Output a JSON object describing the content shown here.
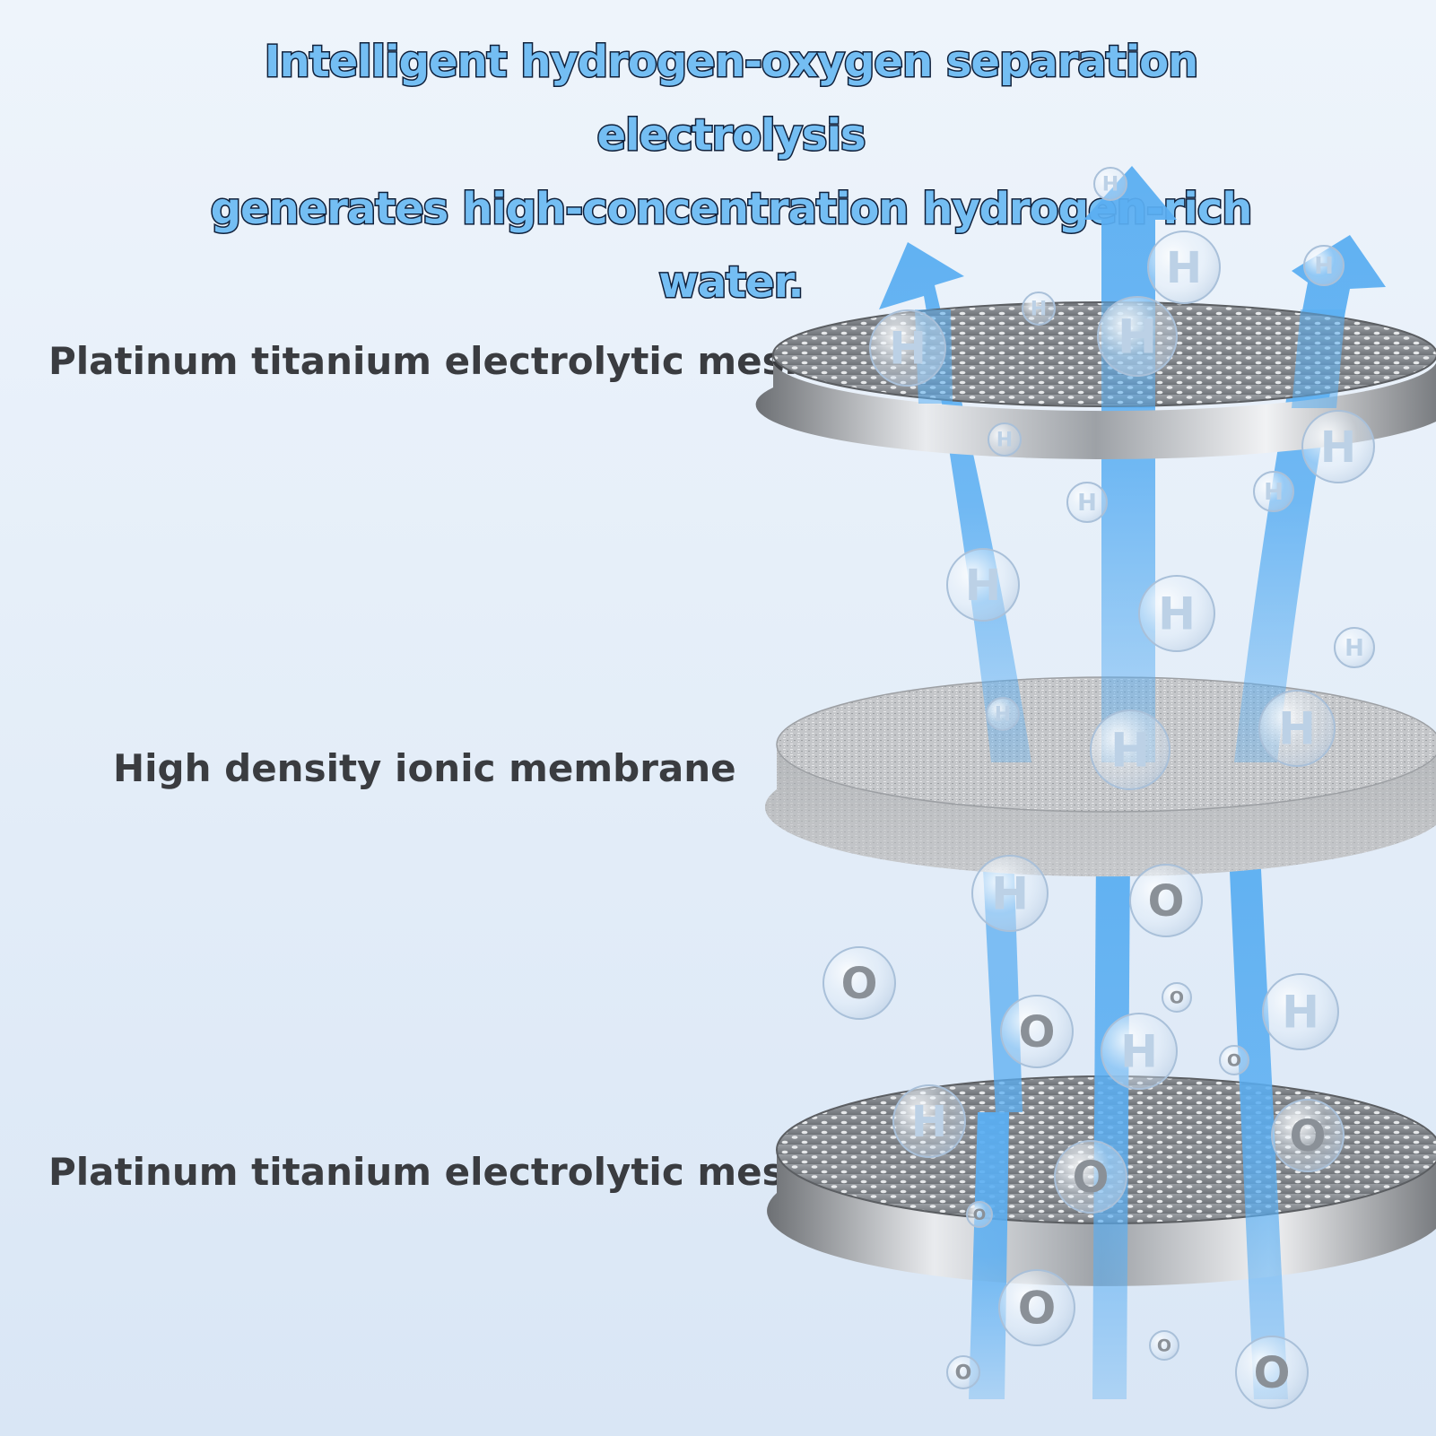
{
  "headline": {
    "line1": "Intelligent hydrogen-oxygen separation electrolysis",
    "line2": "generates high-concentration hydrogen-rich water."
  },
  "layers": [
    {
      "label": "Platinum titanium electrolytic mesh"
    },
    {
      "label": "High density ionic membrane"
    },
    {
      "label": "Platinum titanium electrolytic mesh"
    }
  ],
  "bubble_symbols": {
    "hydrogen": "H",
    "oxygen": "O"
  },
  "colors": {
    "arrow": "#5aaef2",
    "headline_fill": "#74bef3",
    "headline_outline": "#10203a",
    "label_text": "#3a3c40",
    "metal": "#8a8e93"
  }
}
